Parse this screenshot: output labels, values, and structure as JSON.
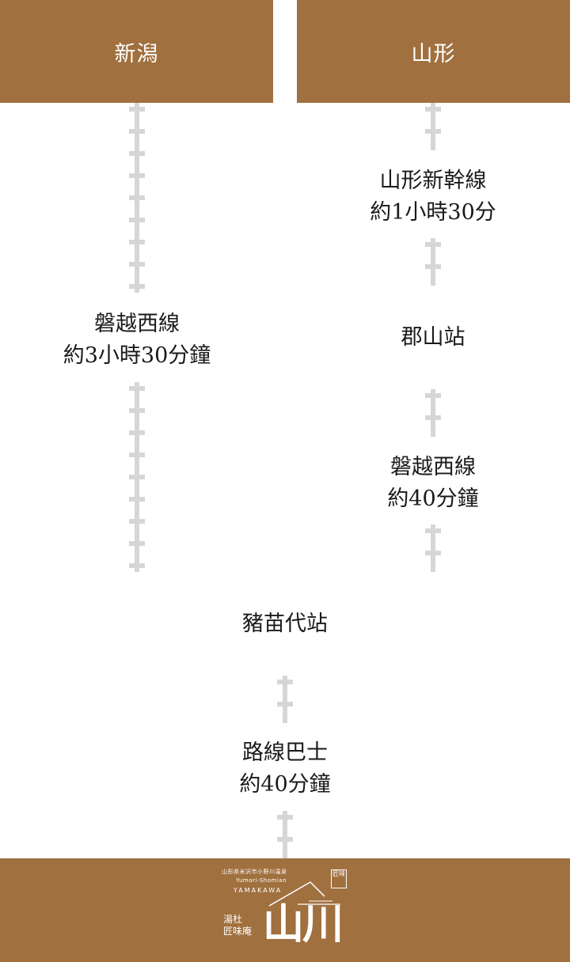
{
  "headers": {
    "left": "新潟",
    "right": "山形"
  },
  "left_route": {
    "line_name": "磐越西線",
    "duration": "約3小時30分鐘"
  },
  "right_route": {
    "segment1_line": "山形新幹線",
    "segment1_duration": "約1小時30分",
    "station": "郡山站",
    "segment2_line": "磐越西線",
    "segment2_duration": "約40分鐘"
  },
  "destination_station": "豬苗代站",
  "final_route": {
    "line_name": "路線巴士",
    "duration": "約40分鐘"
  },
  "footer": {
    "logo_address": "山形県米沢市小野川温泉",
    "logo_romaji": "Yumori-Shomian",
    "logo_romaji2": "YAMAKAWA",
    "logo_small_1": "湯杜",
    "logo_small_2": "匠味庵",
    "logo_main": "山川",
    "logo_seal": "匠味"
  },
  "colors": {
    "header_bg": "#a0703f",
    "rail": "#d6d6d6",
    "text": "#1a1a1a"
  }
}
